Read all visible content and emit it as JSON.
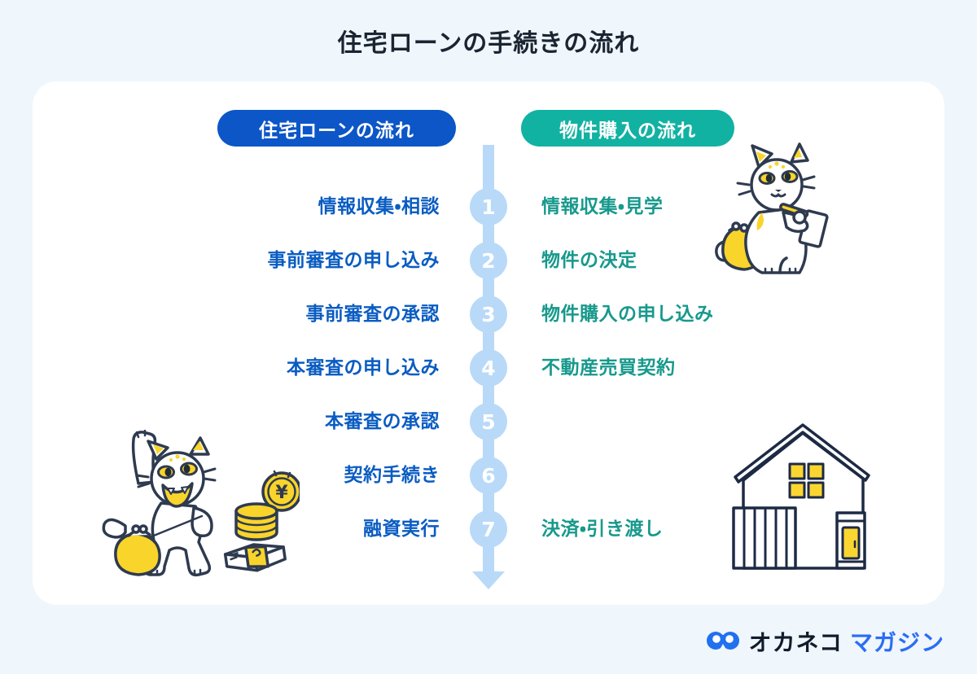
{
  "page": {
    "title": "住宅ローンの手続きの流れ"
  },
  "headers": {
    "loan": "住宅ローンの流れ",
    "purchase": "物件購入の流れ"
  },
  "steps": [
    {
      "number": "1",
      "loan": "情報収集・相談",
      "purchase": "情報収集・見学"
    },
    {
      "number": "2",
      "loan": "事前審査の申し込み",
      "purchase": "物件の決定"
    },
    {
      "number": "3",
      "loan": "事前審査の承認",
      "purchase": "物件購入の申し込み"
    },
    {
      "number": "4",
      "loan": "本審査の申し込み",
      "purchase": "不動産売買契約"
    },
    {
      "number": "5",
      "loan": "本審査の承認",
      "purchase": ""
    },
    {
      "number": "6",
      "loan": "契約手続き",
      "purchase": ""
    },
    {
      "number": "7",
      "loan": "融資実行",
      "purchase": "決済・引き渡し"
    }
  ],
  "logo": {
    "brand": "オカネコ",
    "suffix": "マガジン"
  },
  "coin_symbol": "¥",
  "colors": {
    "background": "#eff6fc",
    "card": "#ffffff",
    "loan_pill": "#0c56c7",
    "loan_text": "#0a5cc2",
    "purchase_pill": "#12b2a2",
    "purchase_text": "#17998c",
    "timeline": "#b9d9f8",
    "title_text": "#1b2431",
    "logo_blue": "#2a6df5",
    "illustration_yellow": "#f9d42a",
    "illustration_outline": "#2e3a4f"
  },
  "icons": {
    "brand_mark": "okaneko-cat-icon",
    "timeline_arrow": "down-arrow"
  },
  "illustrations": {
    "top_right": "cat-writing-notes",
    "bottom_left": "cat-celebrating-with-coin-purse",
    "money": "yen-coin-stack-and-banknote-bundle",
    "house": "house-with-fence"
  }
}
